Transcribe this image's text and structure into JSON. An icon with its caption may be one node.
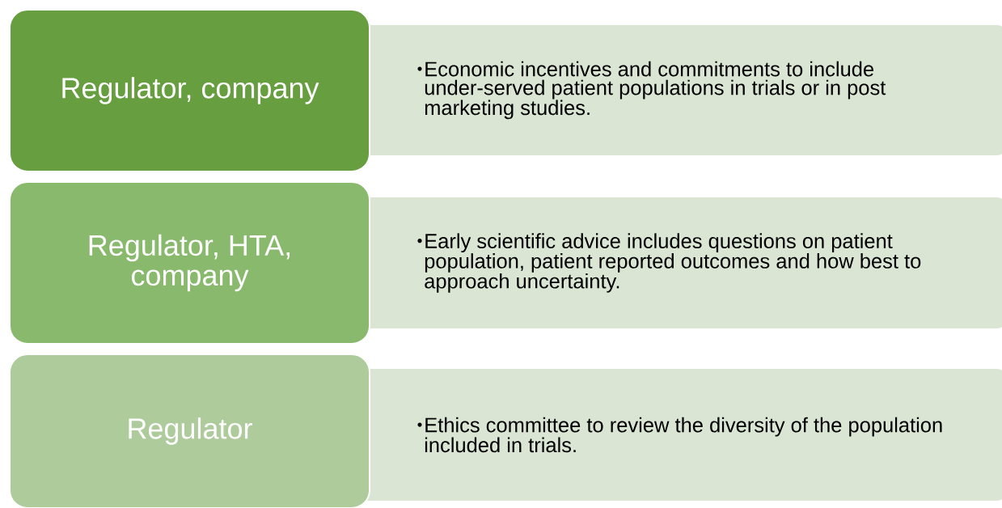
{
  "diagram": {
    "nodes": [
      {
        "text": [
          "Regulator, company"
        ]
      },
      {
        "text": [
          "Economic incentives and commitments to include under-served patient populations in trials or in post marketing studies."
        ]
      },
      {
        "text": [
          "Regulator, HTA, company"
        ]
      },
      {
        "text": [
          "Early scientific advice includes questions on patient population, patient reported outcomes and how best to approach uncertainty."
        ]
      },
      {
        "text": [
          "Regulator"
        ]
      },
      {
        "text": [
          "Ethics committee to review the diversity of the population included in trials."
        ]
      }
    ]
  }
}
